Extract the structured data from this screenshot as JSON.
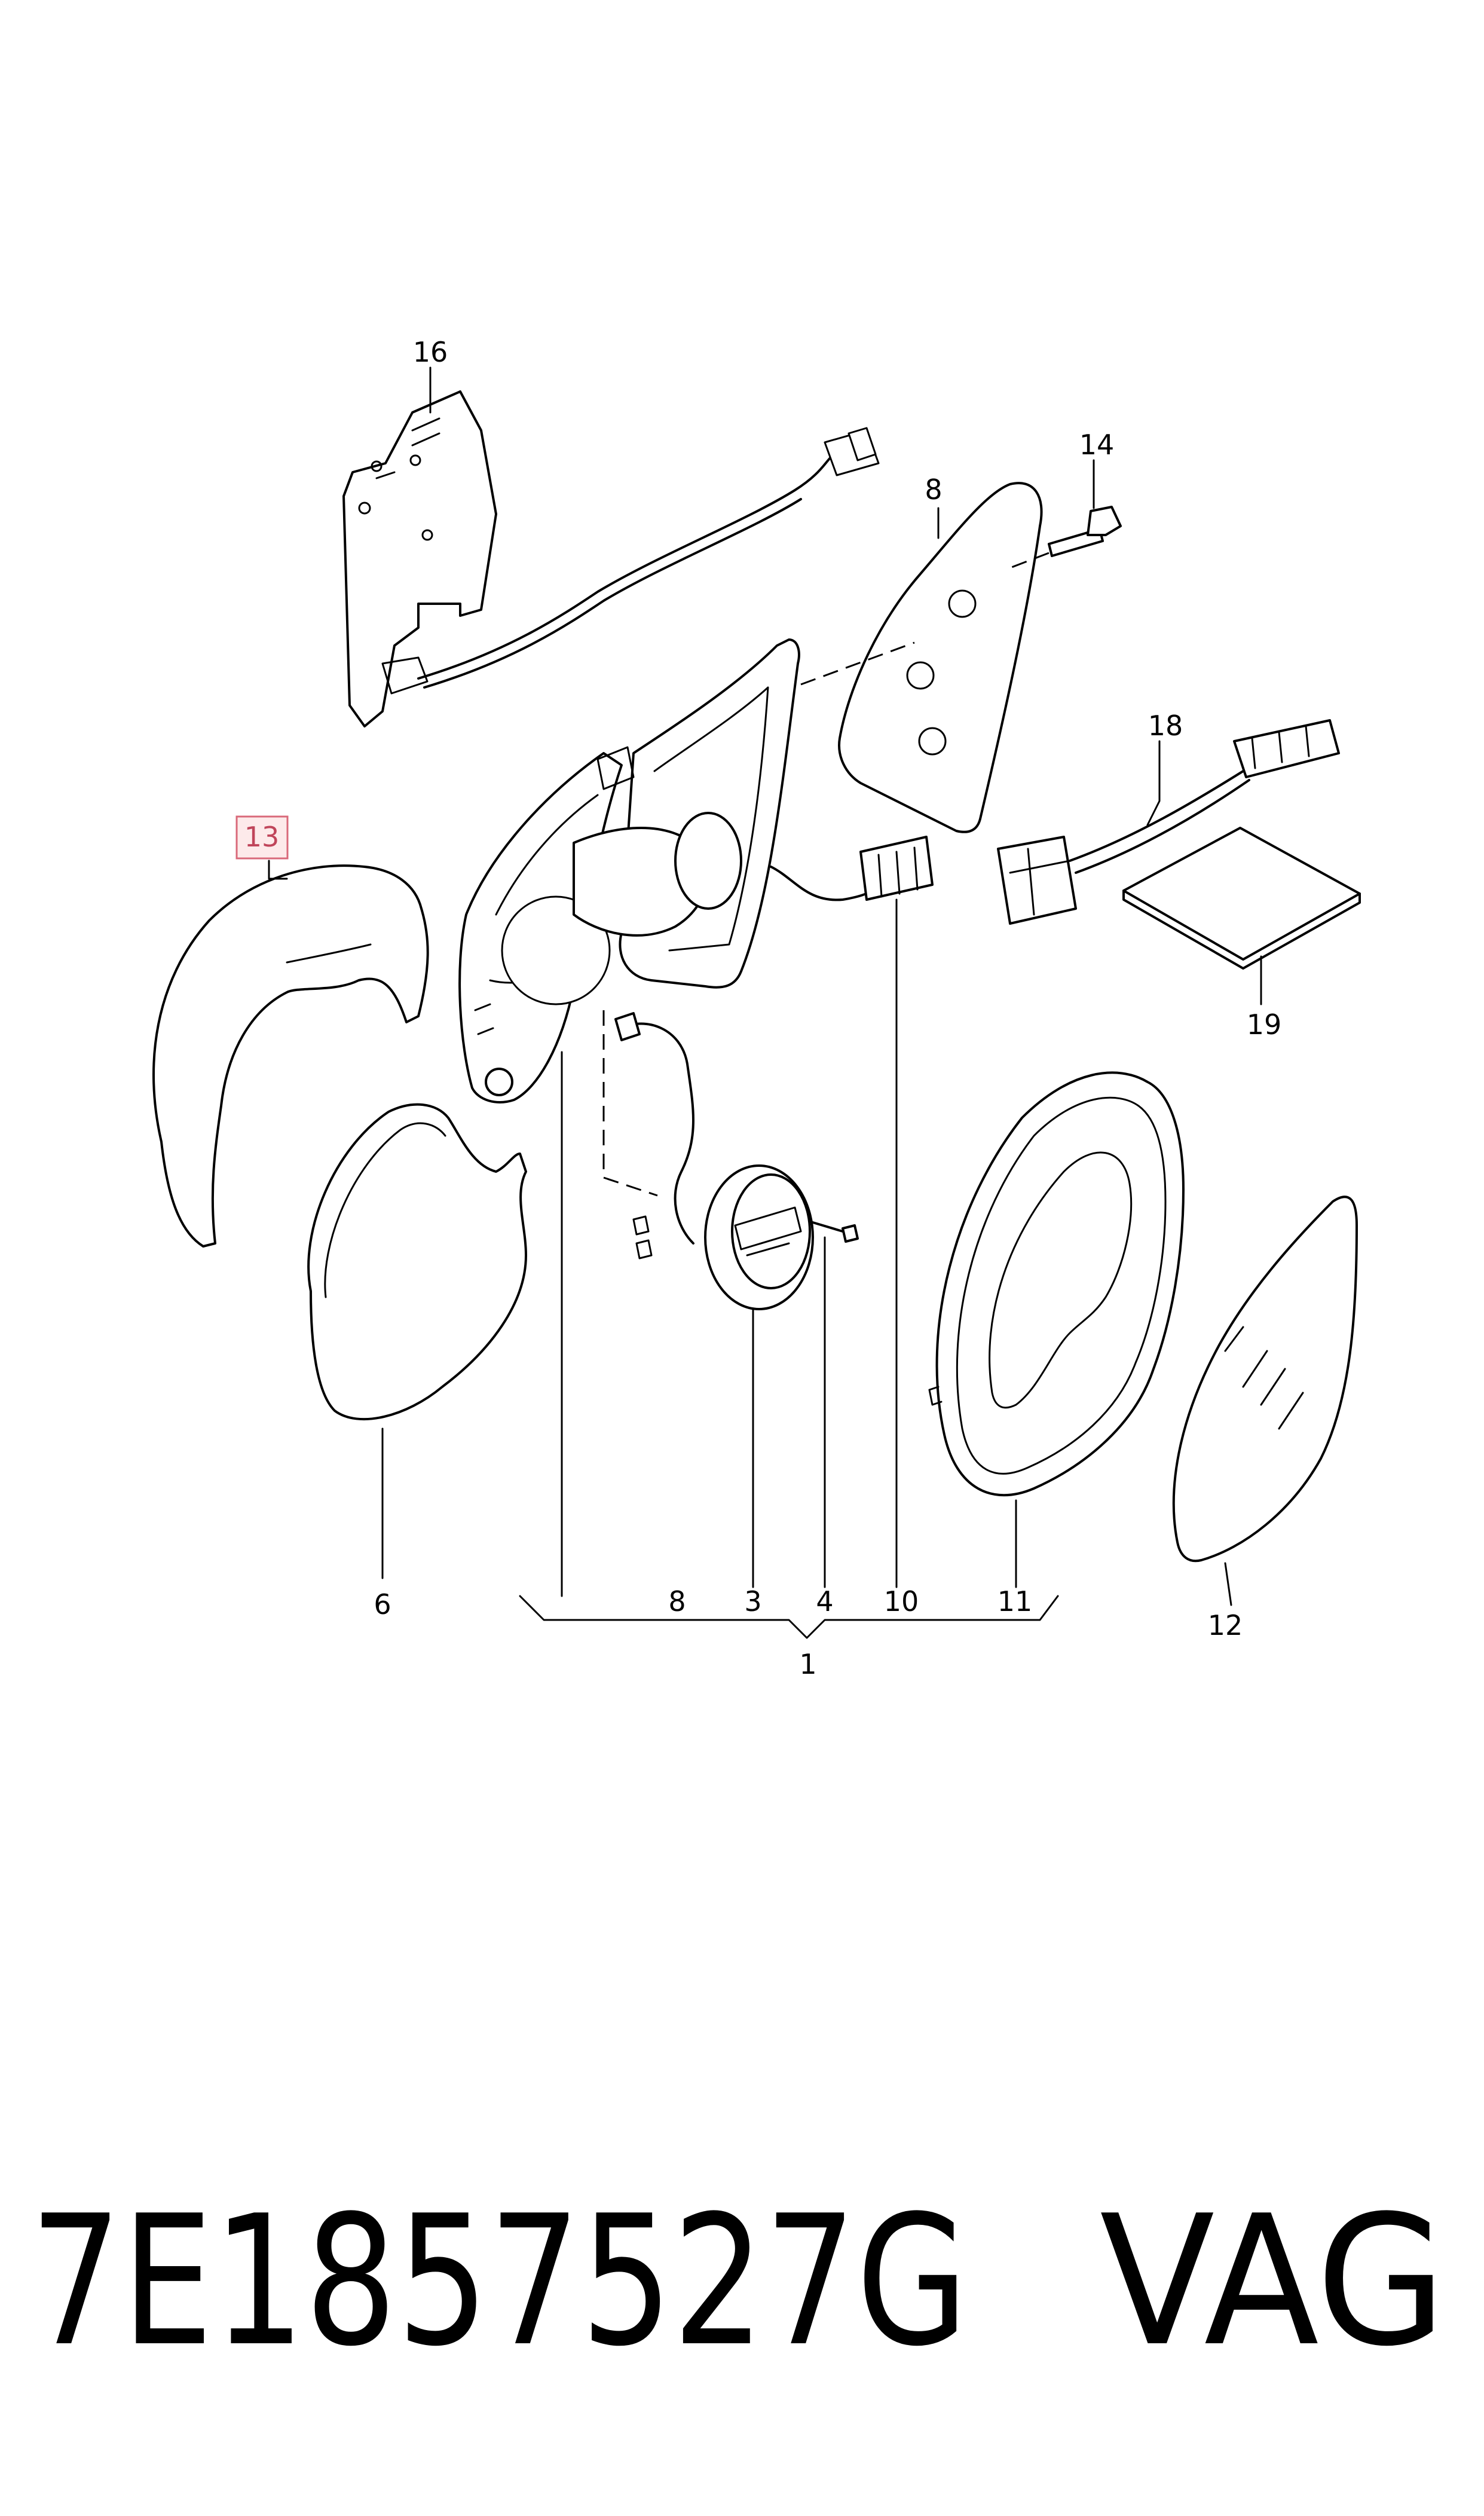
{
  "callouts": {
    "c1": "1",
    "c3": "3",
    "c4": "4",
    "c6": "6",
    "c8_top": "8",
    "c8_bottom": "8",
    "c10": "10",
    "c11": "11",
    "c12": "12",
    "c13": "13",
    "c14": "14",
    "c16": "16",
    "c18": "18",
    "c19": "19"
  },
  "highlight": {
    "part": "13",
    "box_fill": "#fdeaea",
    "box_stroke": "#d9697a",
    "text_color": "#c0455a"
  },
  "footer": {
    "part_number": "7E1857527G",
    "brand": "VAG"
  }
}
